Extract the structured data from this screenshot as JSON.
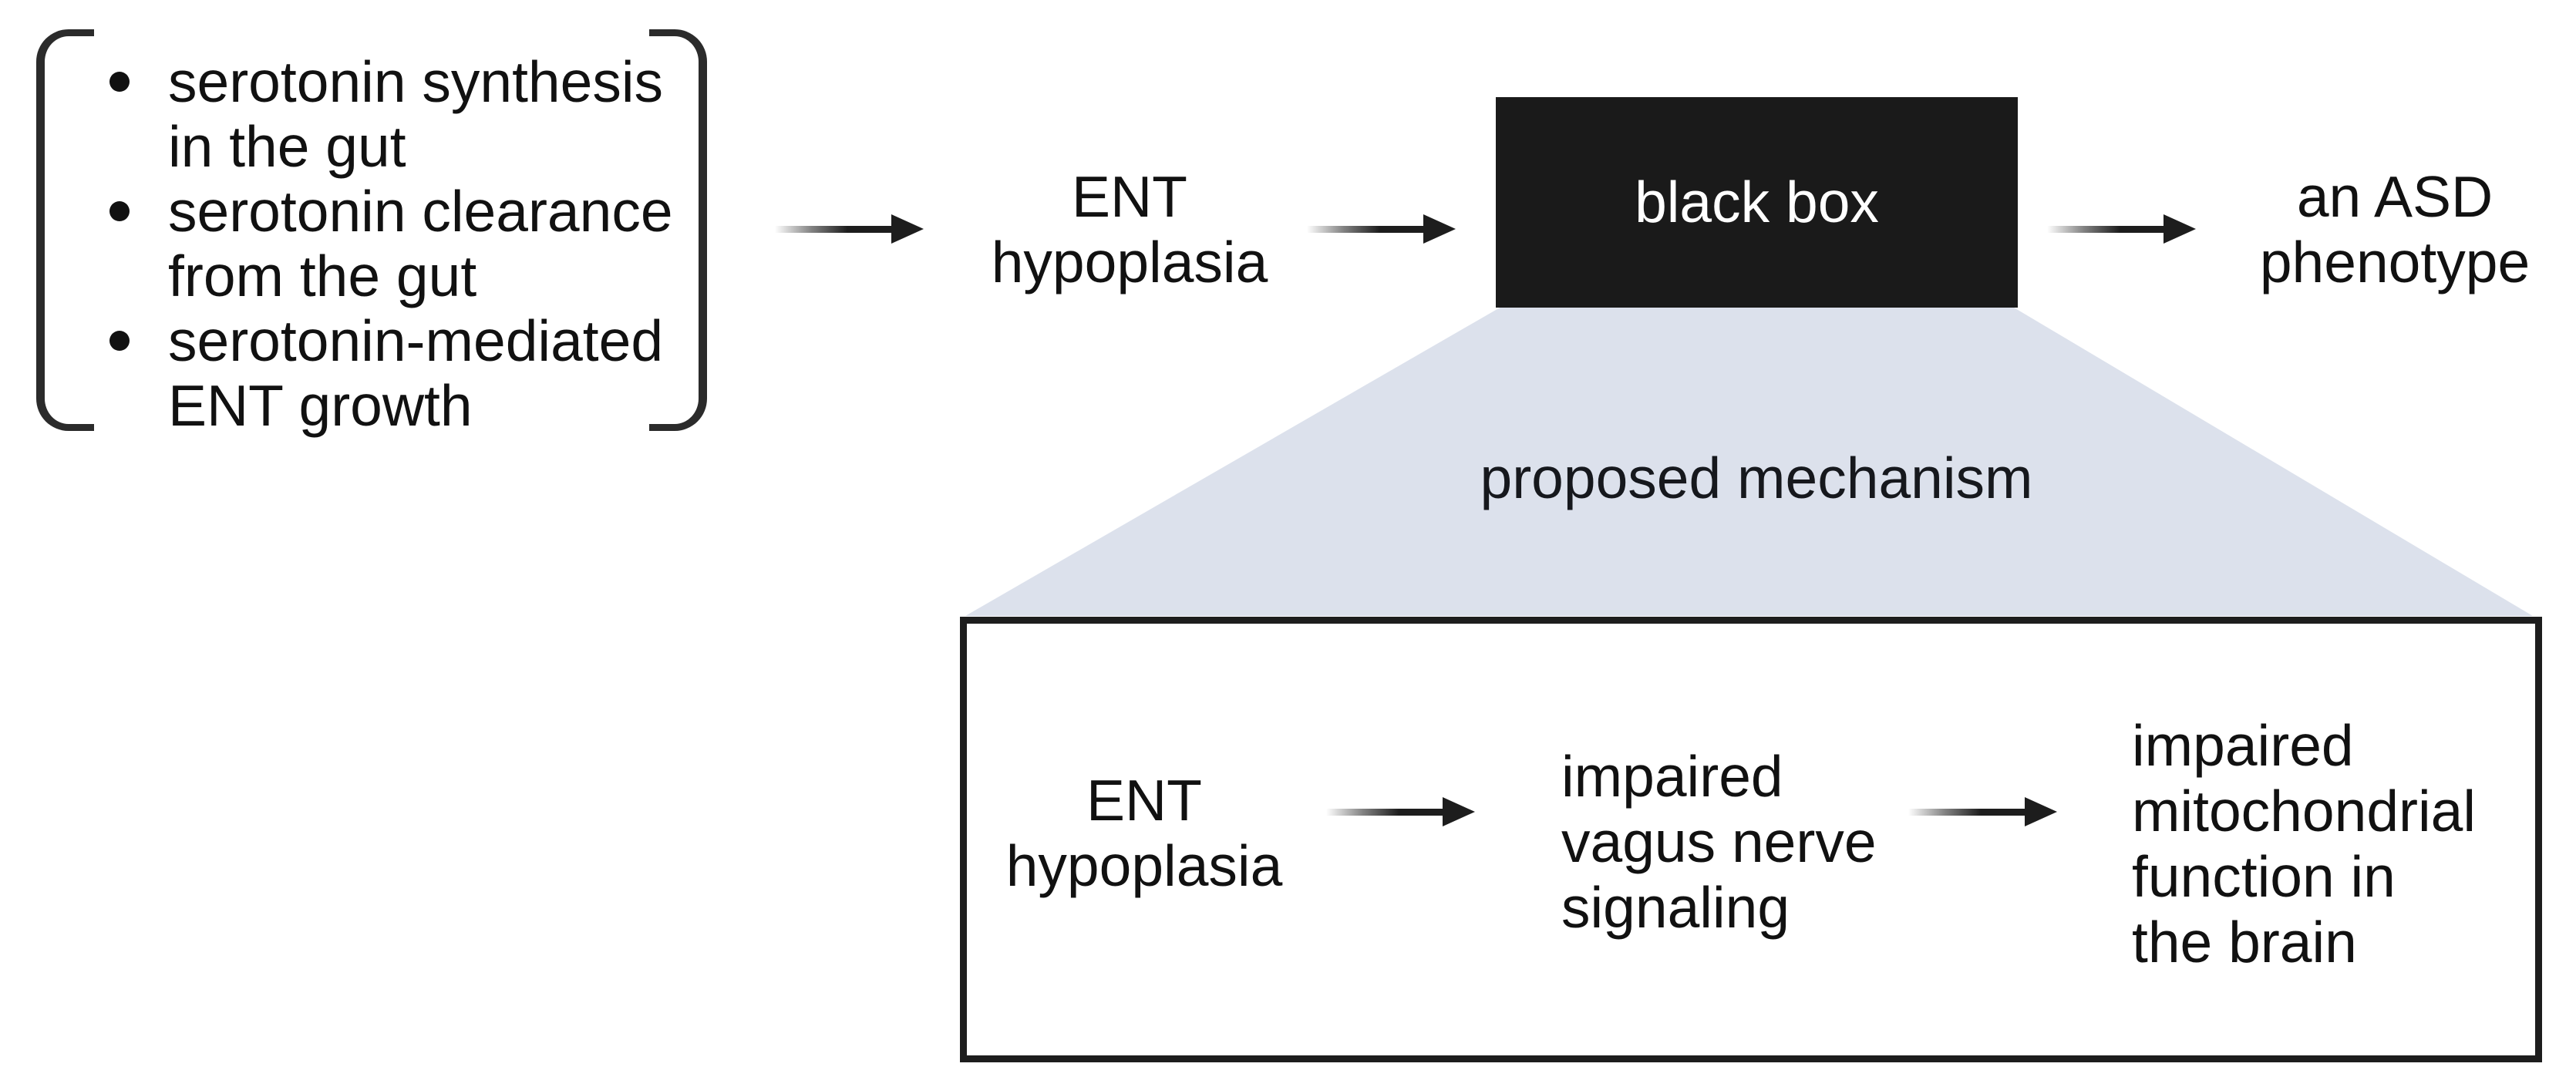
{
  "figure": {
    "bracket_list": {
      "items": [
        {
          "text": "serotonin synthesis\nin the gut"
        },
        {
          "text": "serotonin clearance\nfrom the gut"
        },
        {
          "text": "serotonin-mediated\nENT growth"
        }
      ]
    },
    "top_flow": {
      "input_label": "ENT\nhypoplasia",
      "black_box_label": "black box",
      "output_label": "an ASD\nphenotype"
    },
    "funnel": {
      "label": "proposed mechanism"
    },
    "mechanism_box": {
      "step1": "ENT\nhypoplasia",
      "step2": "impaired\nvagus nerve\nsignaling",
      "step3": "impaired\nmitochondrial\nfunction in\nthe brain"
    },
    "colors": {
      "black_box_bg": "#1a1a1a",
      "black_box_text": "#ffffff",
      "funnel_fill": "#dce1ec",
      "stroke": "#1d1d1d",
      "text": "#111111"
    }
  }
}
